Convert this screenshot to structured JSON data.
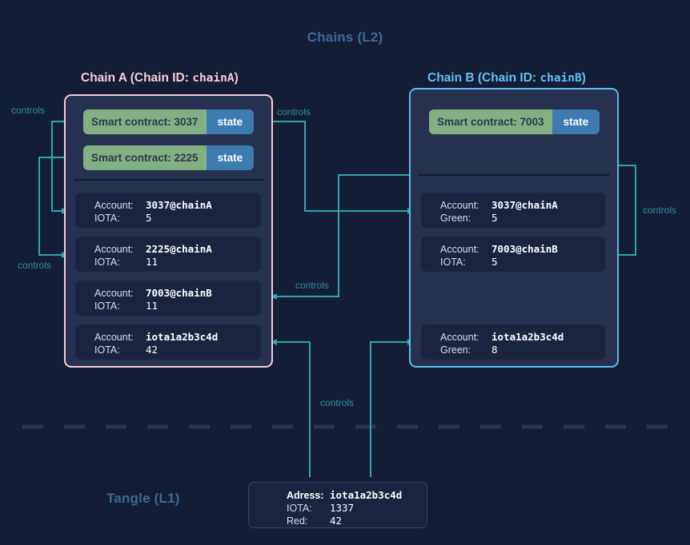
{
  "layers": {
    "l2_title": "Chains (L2)",
    "l1_title": "Tangle (L1)"
  },
  "colors": {
    "background": "#131d35",
    "chain_box_fill": "#26314f",
    "chainA_border": "#f6ccd6",
    "chainB_border": "#5cbcee",
    "contract_green": "#82b083",
    "state_blue": "#3d7cb0",
    "account_fill": "#1a2440",
    "wire_teal": "#2fa5ae",
    "layer_title": "#3c6a97",
    "dashed_divider": "#2a3550"
  },
  "chains": [
    {
      "id": "chainA",
      "title": "Chain A (Chain ID: chainA)",
      "title_prefix": "Chain A (Chain ID: ",
      "title_id": "chainA",
      "title_suffix": ")",
      "contracts": [
        {
          "name_label": "Smart contract: 3037",
          "state_label": "state"
        },
        {
          "name_label": "Smart contract: 2225",
          "state_label": "state"
        }
      ],
      "accounts": [
        {
          "key_label": "Account:",
          "key_value": "3037@chainA",
          "token_label": "IOTA:",
          "token_value": "5"
        },
        {
          "key_label": "Account:",
          "key_value": "2225@chainA",
          "token_label": "IOTA:",
          "token_value": "11"
        },
        {
          "key_label": "Account:",
          "key_value": "7003@chainB",
          "token_label": "IOTA:",
          "token_value": "11"
        },
        {
          "key_label": "Account:",
          "key_value": "iota1a2b3c4d",
          "token_label": "IOTA:",
          "token_value": "42"
        }
      ]
    },
    {
      "id": "chainB",
      "title": "Chain B (Chain ID: chainB)",
      "title_prefix": "Chain B (Chain ID: ",
      "title_id": "chainB",
      "title_suffix": ")",
      "contracts": [
        {
          "name_label": "Smart contract: 7003",
          "state_label": "state"
        }
      ],
      "accounts": [
        {
          "key_label": "Account:",
          "key_value": "3037@chainA",
          "token_label": "Green:",
          "token_value": "5"
        },
        {
          "key_label": "Account:",
          "key_value": "7003@chainB",
          "token_label": "IOTA:",
          "token_value": "5"
        },
        {
          "key_label": "Account:",
          "key_value": "iota1a2b3c4d",
          "token_label": "Green:",
          "token_value": "8"
        }
      ]
    }
  ],
  "tangle_address": {
    "address_label": "Adress:",
    "address_value": "iota1a2b3c4d",
    "iota_label": "IOTA:",
    "iota_value": "1337",
    "red_label": "Red:",
    "red_value": "42"
  },
  "control_labels": {
    "left_top": "controls",
    "left_bottom": "controls",
    "mid_top": "controls",
    "mid_bottom": "controls",
    "mid_tangle": "controls",
    "right": "controls"
  }
}
